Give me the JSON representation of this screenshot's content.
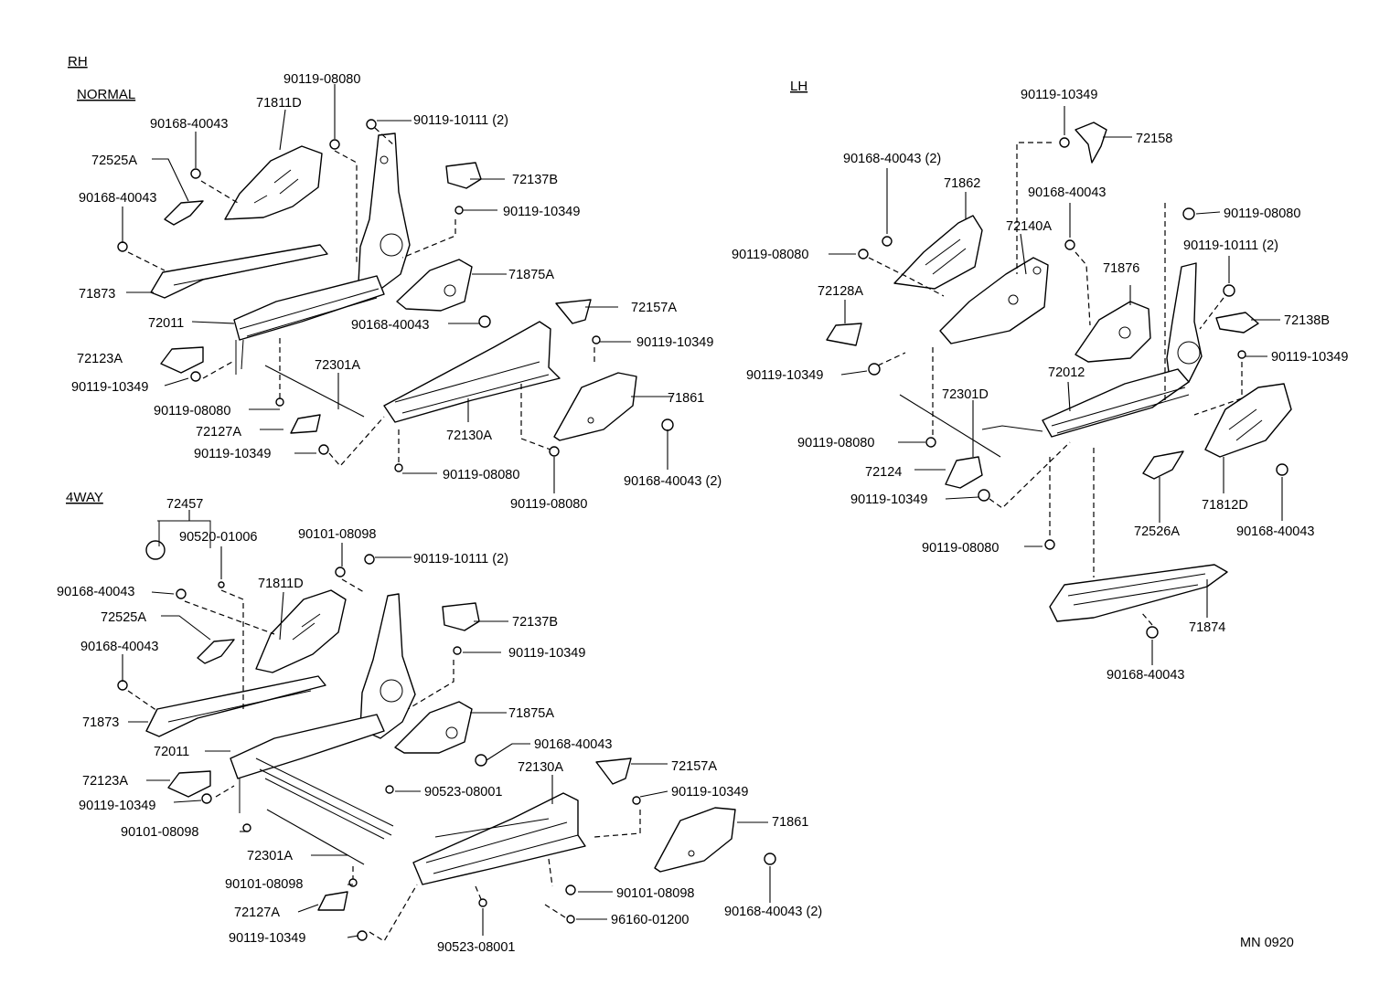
{
  "sections": {
    "rh": "RH",
    "normal": "NORMAL",
    "lh": "LH",
    "fourway": "4WAY"
  },
  "code": "MN 0920",
  "labels": {
    "rh_90119_08080_a": "90119-08080",
    "rh_71811D": "71811D",
    "rh_90168_40043_a": "90168-40043",
    "rh_90119_10111": "90119-10111 (2)",
    "rh_72525A": "72525A",
    "rh_72137B": "72137B",
    "rh_90168_40043_b": "90168-40043",
    "rh_90119_10349_a": "90119-10349",
    "rh_71875A": "71875A",
    "rh_71873": "71873",
    "rh_72157A": "72157A",
    "rh_72011": "72011",
    "rh_90168_40043_c": "90168-40043",
    "rh_90119_10349_b": "90119-10349",
    "rh_72123A": "72123A",
    "rh_72301A": "72301A",
    "rh_90119_10349_c": "90119-10349",
    "rh_71861": "71861",
    "rh_90119_08080_b": "90119-08080",
    "rh_72127A": "72127A",
    "rh_72130A": "72130A",
    "rh_90119_10349_d": "90119-10349",
    "rh_90119_08080_c": "90119-08080",
    "rh_90168_40043_d": "90168-40043 (2)",
    "rh_90119_08080_d": "90119-08080",
    "fw_72457": "72457",
    "fw_90520_01006": "90520-01006",
    "fw_90101_08098_a": "90101-08098",
    "fw_90168_40043_a": "90168-40043",
    "fw_90119_10111": "90119-10111 (2)",
    "fw_71811D": "71811D",
    "fw_72525A": "72525A",
    "fw_72137B": "72137B",
    "fw_90168_40043_b": "90168-40043",
    "fw_90119_10349_a": "90119-10349",
    "fw_71873": "71873",
    "fw_71875A": "71875A",
    "fw_90168_40043_c": "90168-40043",
    "fw_72011": "72011",
    "fw_72130A": "72130A",
    "fw_72157A": "72157A",
    "fw_72123A": "72123A",
    "fw_90523_08001_a": "90523-08001",
    "fw_90119_10349_b": "90119-10349",
    "fw_90119_10349_c": "90119-10349",
    "fw_71861": "71861",
    "fw_90101_08098_b": "90101-08098",
    "fw_72301A": "72301A",
    "fw_90101_08098_c": "90101-08098",
    "fw_90101_08098_d": "90101-08098",
    "fw_90168_40043_d": "90168-40043 (2)",
    "fw_72127A": "72127A",
    "fw_96160_01200": "96160-01200",
    "fw_90119_10349_d": "90119-10349",
    "fw_90523_08001_b": "90523-08001",
    "lh_90119_10349_a": "90119-10349",
    "lh_72158": "72158",
    "lh_90168_40043_a": "90168-40043 (2)",
    "lh_71862": "71862",
    "lh_90168_40043_b": "90168-40043",
    "lh_72140A": "72140A",
    "lh_90119_08080_a": "90119-08080",
    "lh_90119_08080_b": "90119-08080",
    "lh_90119_10111": "90119-10111 (2)",
    "lh_72128A": "72128A",
    "lh_71876": "71876",
    "lh_72138B": "72138B",
    "lh_90119_10349_b": "90119-10349",
    "lh_90119_10349_c": "90119-10349",
    "lh_72012": "72012",
    "lh_72301D": "72301D",
    "lh_90119_08080_c": "90119-08080",
    "lh_72124": "72124",
    "lh_71812D": "71812D",
    "lh_90119_10349_d": "90119-10349",
    "lh_90168_40043_c": "90168-40043",
    "lh_72526A": "72526A",
    "lh_90119_08080_d": "90119-08080",
    "lh_71874": "71874",
    "lh_90168_40043_d": "90168-40043"
  }
}
